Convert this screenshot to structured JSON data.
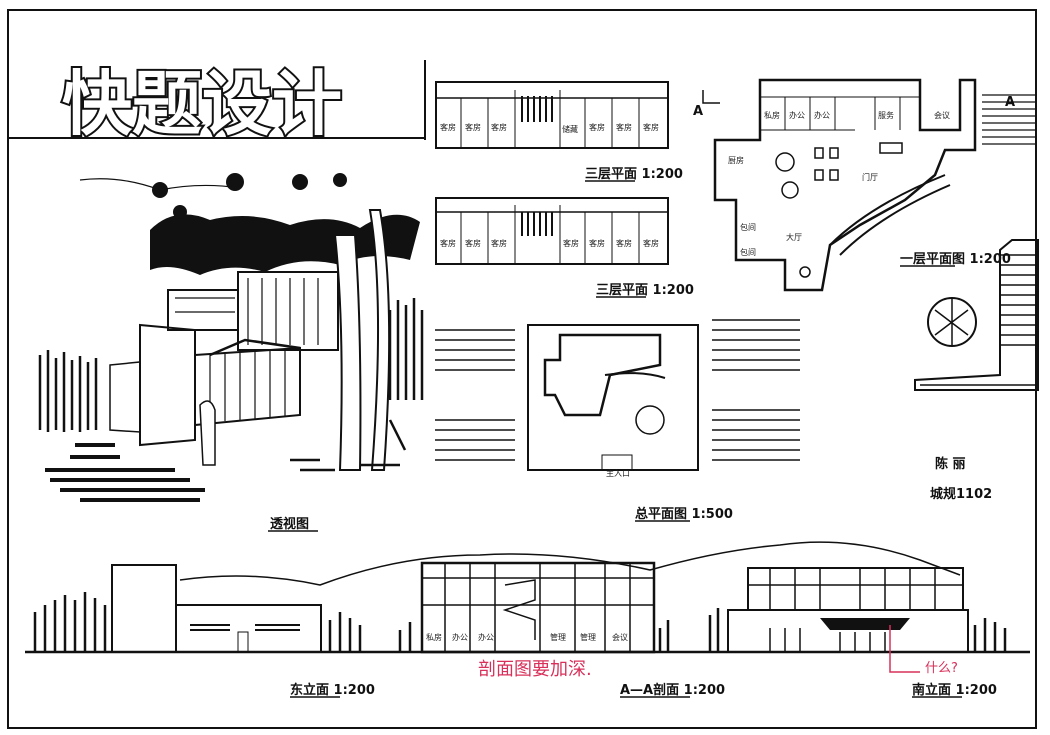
{
  "title": "快题设计",
  "labels": {
    "perspective": "透视图",
    "site_plan": "总平面图 1:500",
    "floor3": "三层平面 1:200",
    "floor2": "三层平面 1:200",
    "floor1": "一层平面图 1:200",
    "east_elev": "东立面 1:200",
    "section": "A—A剖面 1:200",
    "south_elev": "南立面 1:200",
    "section_mark": "A",
    "section_mark2": "A"
  },
  "author": {
    "name": "陈 丽",
    "class": "城规1102"
  },
  "annotations": {
    "red_note": "剖面图要加深.",
    "red_question": "什么?"
  },
  "rooms": {
    "guest": "客房",
    "linen": "储藏",
    "office": "办公",
    "private": "私房",
    "kitchen": "厨房",
    "private_room": "包间",
    "hall": "大厅",
    "lobby": "门厅",
    "service": "服务",
    "meeting": "会议",
    "manage": "管理",
    "entrance": "主入口"
  },
  "colors": {
    "ink": "#111111",
    "annotation": "#d8305a",
    "paper": "#ffffff"
  }
}
